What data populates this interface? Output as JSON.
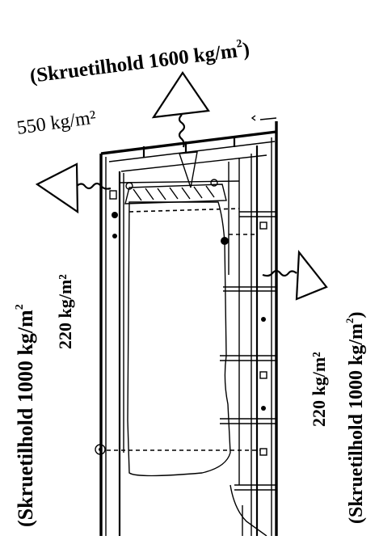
{
  "labels": {
    "roof_screw": "(Skruetilhold 1600 kg/m",
    "roof_screw_exp": "2",
    "roof_screw_close": ")",
    "roof_load": "550 kg/m²",
    "left_screw": "(Skruetilhold 1000 kg/m",
    "left_screw_exp": "2",
    "left_load": "220 kg/m²",
    "right_screw": "(Skruetilhold 1000 kg/m",
    "right_screw_exp": "2",
    "right_screw_close": ")",
    "right_load": "220 kg/m²"
  }
}
